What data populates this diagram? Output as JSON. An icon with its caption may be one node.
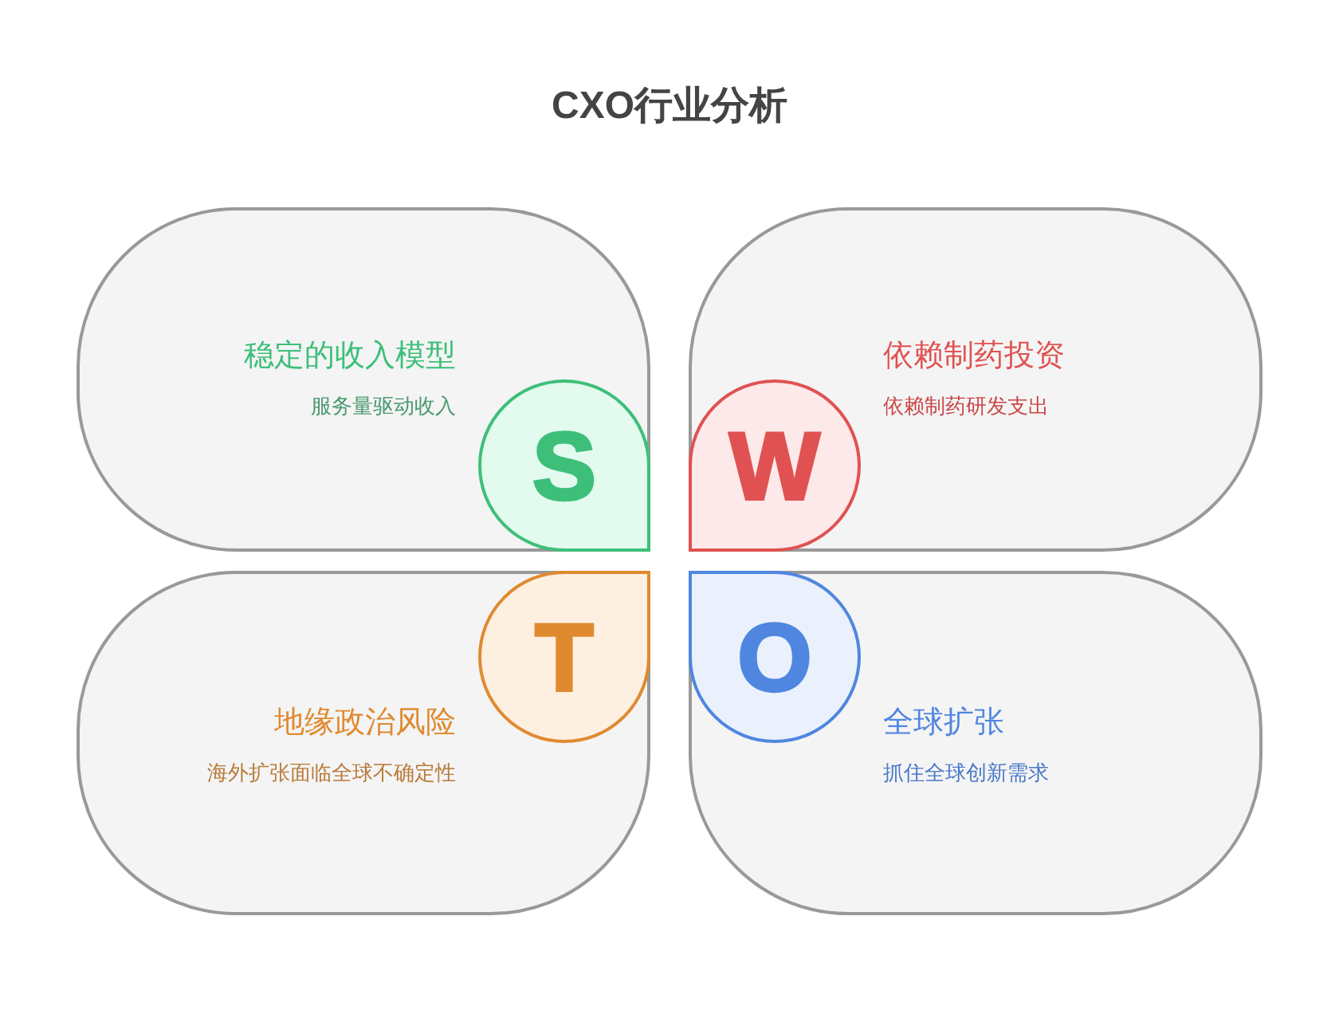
{
  "diagram": {
    "title": "CXO行业分析",
    "nodes": [
      {
        "text": [
          "稳定的收入模型",
          "服务量驱动收入"
        ]
      },
      {
        "text": [
          "S"
        ],
        "in": 0
      },
      {
        "text": [
          "依赖制药投资",
          "依赖制药研发支出"
        ]
      },
      {
        "text": [
          "W"
        ],
        "in": 2
      },
      {
        "text": [
          "地缘政治风险",
          "海外扩张面临全球不确定性"
        ]
      },
      {
        "text": [
          "T"
        ],
        "in": 4
      },
      {
        "text": [
          "全球扩张",
          "抓住全球创新需求"
        ]
      },
      {
        "text": [
          "O"
        ],
        "in": 6
      }
    ]
  }
}
